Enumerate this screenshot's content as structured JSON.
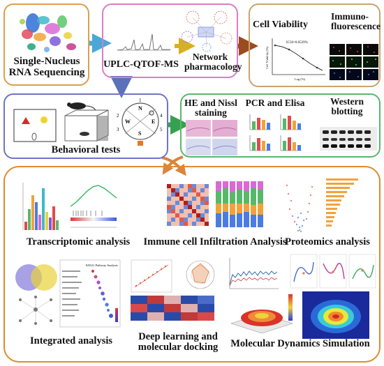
{
  "colors": {
    "box_orange": "#d9a04a",
    "box_pink": "#d77fc4",
    "box_brown": "#c9a36e",
    "box_blue": "#6f73c9",
    "box_green": "#58b86a",
    "box_big": "#e08a2c",
    "arrow_blue": "#4aa7d8",
    "arrow_yellow": "#d6b023",
    "arrow_brown": "#9a4b1f",
    "arrow_slate": "#5b72b8",
    "arrow_green": "#35a150",
    "arrow_orange": "#d98440"
  },
  "labels": {
    "snrna": "Single-Nucleus RNA Sequencing",
    "uplc": "UPLC-QTOF-MS",
    "network": "Network pharmacology",
    "viability": "Cell Viability",
    "immuno": "Immuno-fluorescence",
    "behavioral": "Behavioral tests",
    "he_nissl": "HE and Nissl staining",
    "pcr": "PCR and Elisa",
    "western": "Western blotting",
    "transcriptomic": "Transcriptomic analysis",
    "immune_infiltration": "Immune cell Infiltration Analysis",
    "proteomics": "Proteomics analysis",
    "integrated": "Integrated analysis",
    "deep_learning": "Deep learning and molecular docking",
    "md": "Molecular Dynamics Simulation"
  },
  "maze_letters": [
    "N",
    "W",
    "E",
    "S"
  ],
  "maze_numbers": [
    "1",
    "2",
    "3",
    "4",
    "5"
  ],
  "viability_annotation": "IC50=0.0529%",
  "viability_axis_y": "Cell Viability (%)",
  "viability_axis_x": "Log (%)",
  "kegg_title": "KEGG Pathway Analysis"
}
